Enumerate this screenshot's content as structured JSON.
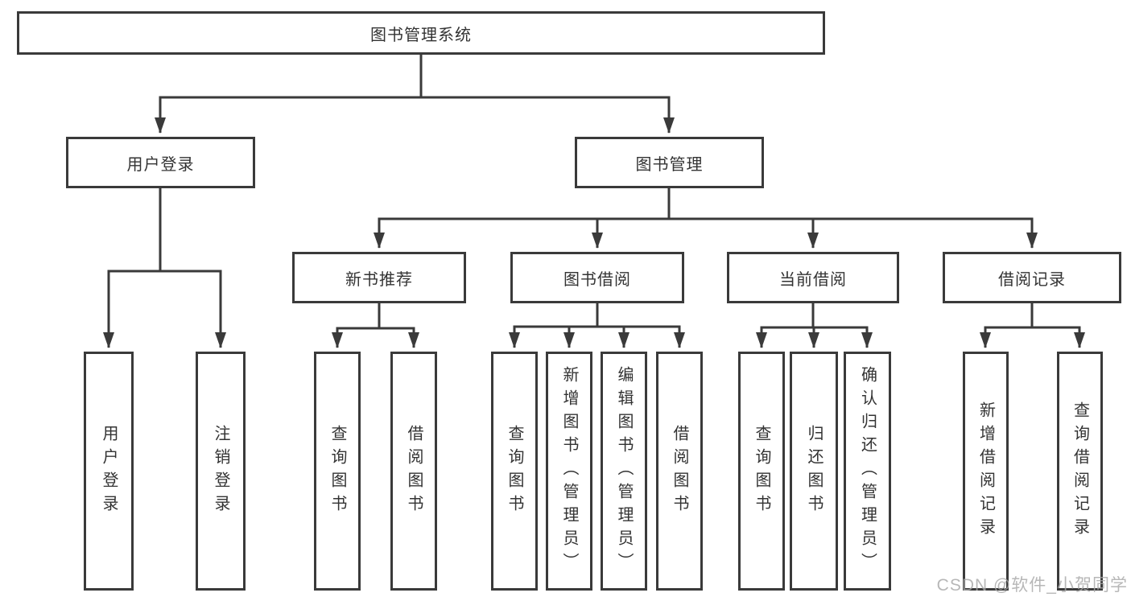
{
  "page": {
    "background": "#ffffff"
  },
  "diagram": {
    "type": "hierarchy-structure-chart",
    "line_color": "#3a3a3a",
    "box_border_color": "#3a3a3a",
    "box_background": "#ffffff",
    "text_color": "#333333",
    "root": {
      "label": "图书管理系统"
    },
    "children": [
      {
        "label": "用户登录",
        "children": [
          {
            "label": "用户登录"
          },
          {
            "label": "注销登录"
          }
        ]
      },
      {
        "label": "图书管理",
        "children": [
          {
            "label": "新书推荐",
            "children": [
              {
                "label": "查询图书"
              },
              {
                "label": "借阅图书"
              }
            ]
          },
          {
            "label": "图书借阅",
            "children": [
              {
                "label": "查询图书"
              },
              {
                "label": "新增图书（管理员）"
              },
              {
                "label": "编辑图书（管理员）"
              },
              {
                "label": "借阅图书"
              }
            ]
          },
          {
            "label": "当前借阅",
            "children": [
              {
                "label": "查询图书"
              },
              {
                "label": "归还图书"
              },
              {
                "label": "确认归还（管理员）"
              }
            ]
          },
          {
            "label": "借阅记录",
            "children": [
              {
                "label": "新增借阅记录"
              },
              {
                "label": "查询借阅记录"
              }
            ]
          }
        ]
      }
    ]
  },
  "watermark": {
    "text": "CSDN @软件_小贺同学",
    "color": "#a8a8a8"
  }
}
